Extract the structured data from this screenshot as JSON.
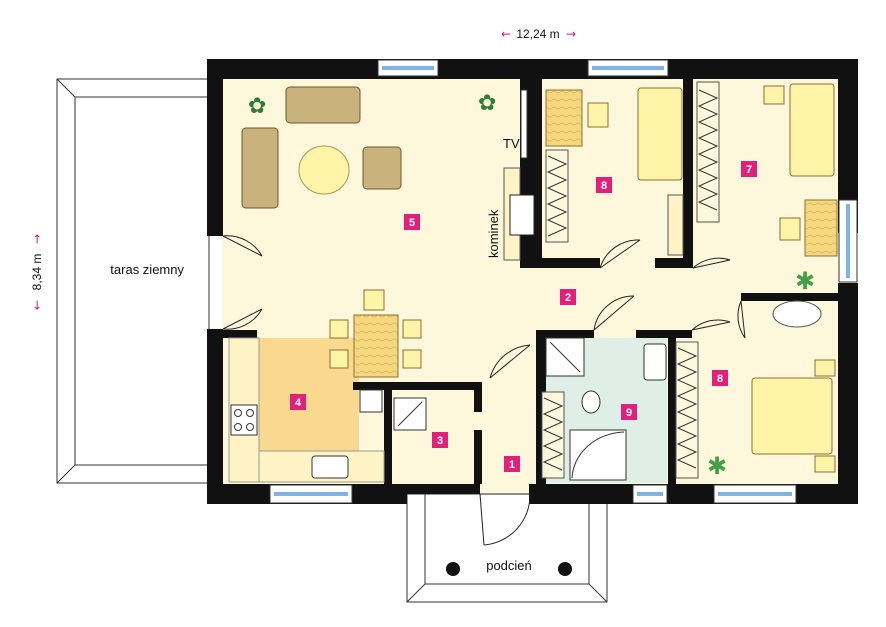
{
  "dimensions": {
    "width_label": "12,24 m",
    "height_label": "8,34 m"
  },
  "labels": {
    "terrace": "taras ziemny",
    "porch": "podcień",
    "tv": "TV",
    "fireplace": "kominek"
  },
  "rooms": [
    {
      "number": "1"
    },
    {
      "number": "2"
    },
    {
      "number": "3"
    },
    {
      "number": "4"
    },
    {
      "number": "5"
    },
    {
      "number": "8"
    },
    {
      "number": "7"
    },
    {
      "number": "8"
    },
    {
      "number": "9"
    }
  ],
  "colors": {
    "wall": "#111111",
    "floor_cream": "#fdf8dc",
    "kitchen_orange": "#f8d98f",
    "bathroom_green": "#dfeee6",
    "badge_magenta": "#e0207a",
    "dimension_magenta": "#d4197a",
    "furniture_tan": "#c9b27c",
    "wood": "#f5d77e",
    "window_blue": "#7fb4e6"
  }
}
